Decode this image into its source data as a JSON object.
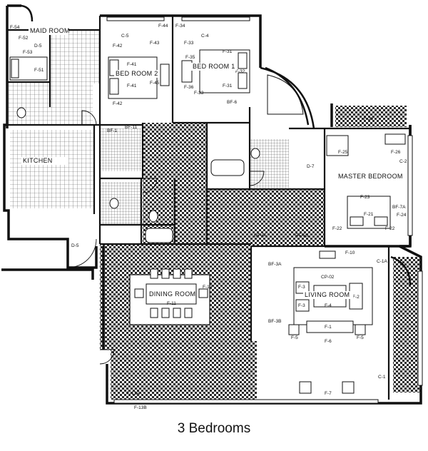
{
  "caption": "3 Bedrooms",
  "rooms": {
    "maid_room": "MAID ROOM",
    "bed_room_2": "BED ROOM 2",
    "bed_room_1": "BED ROOM 1",
    "kitchen": "KITCHEN",
    "master_bedroom": "MASTER BEDROOM",
    "dining_room": "DINING ROOM",
    "living_room": "LIVING ROOM"
  },
  "codes": {
    "f54": "F-54",
    "f52": "F-52",
    "d5a": "D-5",
    "f53": "F-53",
    "f51": "F-51",
    "f44": "F-44",
    "c5": "C-5",
    "f43": "F-43",
    "f42a": "F-42",
    "f41a": "F-41",
    "f41b": "F-41",
    "f45": "F-45",
    "f42b": "F-42",
    "f34": "F-34",
    "c4": "C-4",
    "f33a": "F-33",
    "f31a": "F-31",
    "f35": "F-35",
    "f32": "F-32",
    "f31b": "F-31",
    "f36": "F-36",
    "f33b": "F-33",
    "bf6": "BF-6",
    "bf11": "BF-11",
    "d7": "D-7",
    "f29": "F-29",
    "f25": "F-25",
    "f26": "F-26",
    "c2": "C-2",
    "f23": "F-23",
    "f21": "F-21",
    "bf7a": "BF-7A",
    "f24": "F-24",
    "f22a": "F-22",
    "f22b": "F-22",
    "bf6a": "BF-6A",
    "bf6b": "BF-6B",
    "d5b": "D-5",
    "f10": "F-10",
    "c1a": "C-1A",
    "bf3a": "BF-3A",
    "cp2": "CP-02",
    "f3a": "F-3",
    "f2": "F-2",
    "f4": "F-4",
    "f3b": "F-3",
    "bf3b": "BF-3B",
    "f1": "F-1",
    "f5a": "F-5",
    "f5b": "F-5",
    "f6": "F-6",
    "c1": "C-1",
    "f7": "F-7",
    "f12": "F-12",
    "f11": "F-11",
    "f13a": "F-13A",
    "f13b": "F-13B",
    "bf1": "BF-1"
  }
}
